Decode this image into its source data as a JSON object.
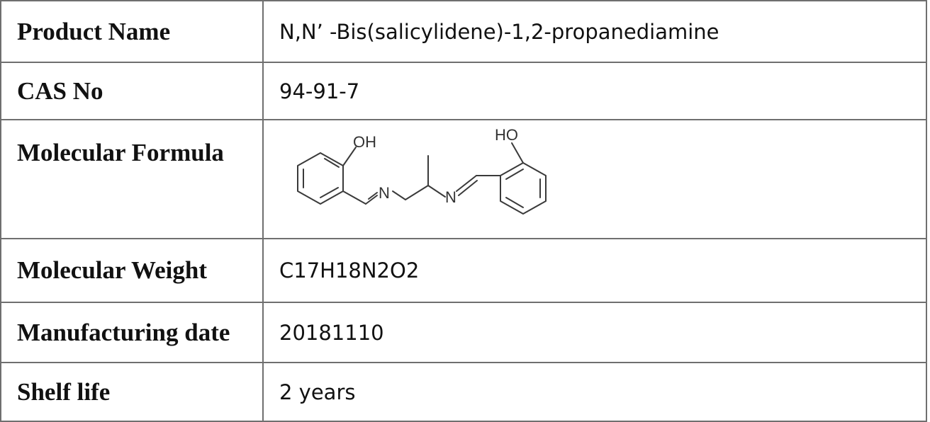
{
  "table": {
    "rows": [
      {
        "label": "Product Name",
        "value": "N,N’ -Bis(salicylidene)-1,2-propanediamine"
      },
      {
        "label": "CAS No",
        "value": "94-91-7"
      },
      {
        "label": "Molecular Formula",
        "structure_atoms": {
          "oh_left": "OH",
          "oh_right": "HO",
          "n_left": "N",
          "n_right": "N"
        }
      },
      {
        "label": "Molecular Weight",
        "value": "C17H18N2O2"
      },
      {
        "label": "Manufacturing date",
        "value": "20181110"
      },
      {
        "label": "Shelf life",
        "value": "2 years"
      }
    ]
  }
}
